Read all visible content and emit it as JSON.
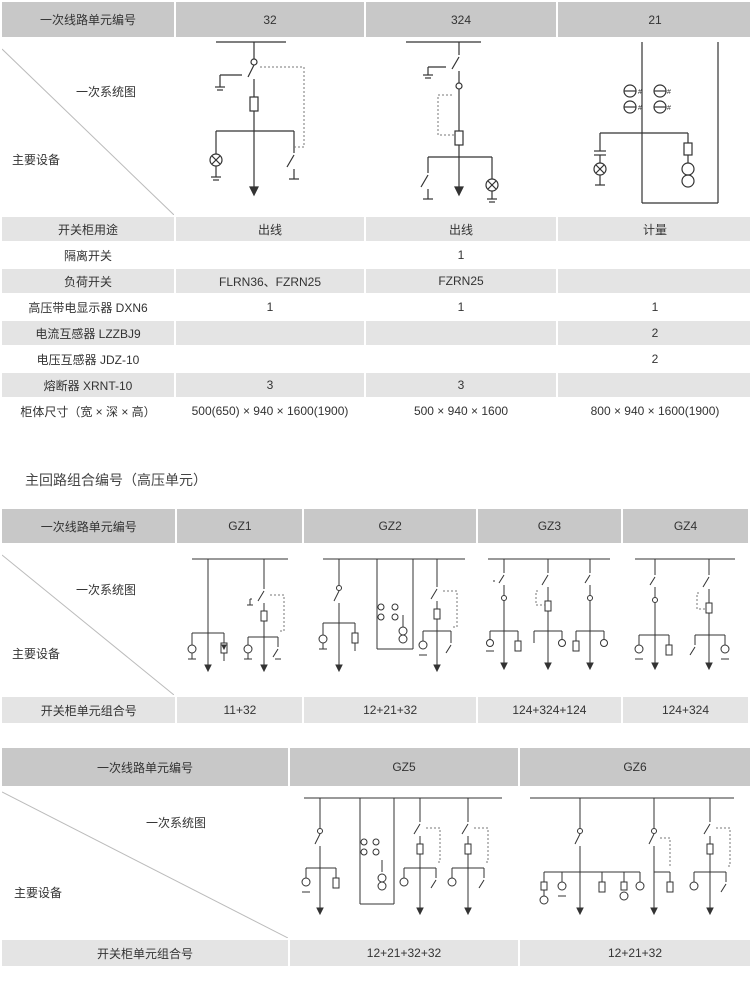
{
  "table1": {
    "header_label": "一次线路单元编号",
    "units": [
      "32",
      "324",
      "21"
    ],
    "diagram_label": "一次系统图",
    "equipment_label": "主要设备",
    "rows": [
      {
        "label": "开关柜用途",
        "values": [
          "出线",
          "出线",
          "计量"
        ]
      },
      {
        "label": "隔离开关",
        "values": [
          "",
          "1",
          ""
        ]
      },
      {
        "label": "负荷开关",
        "values": [
          "FLRN36、FZRN25",
          "FZRN25",
          ""
        ]
      },
      {
        "label": "高压带电显示器 DXN6",
        "values": [
          "1",
          "1",
          "1"
        ]
      },
      {
        "label": "电流互感器 LZZBJ9",
        "values": [
          "",
          "",
          "2"
        ]
      },
      {
        "label": "电压互感器 JDZ-10",
        "values": [
          "",
          "",
          "2"
        ]
      },
      {
        "label": "熔断器 XRNT-10",
        "values": [
          "3",
          "3",
          ""
        ]
      },
      {
        "label": "柜体尺寸（宽 × 深 × 高）",
        "values": [
          "500(650) × 940 × 1600(1900)",
          "500 × 940 × 1600",
          "800 × 940 × 1600(1900)"
        ]
      }
    ]
  },
  "section2_title": "主回路组合编号（高压单元）",
  "table2": {
    "header_label": "一次线路单元编号",
    "units": [
      "GZ1",
      "GZ2",
      "GZ3",
      "GZ4"
    ],
    "diagram_label": "一次系统图",
    "equipment_label": "主要设备",
    "combo_label": "开关柜单元组合号",
    "combos": [
      "11+32",
      "12+21+32",
      "124+324+124",
      "124+324"
    ]
  },
  "table3": {
    "header_label": "一次线路单元编号",
    "units": [
      "GZ5",
      "GZ6"
    ],
    "diagram_label": "一次系统图",
    "equipment_label": "主要设备",
    "combo_label": "开关柜单元组合号",
    "combos": [
      "12+21+32+32",
      "12+21+32"
    ]
  },
  "colors": {
    "header_bg": "#c8c8c8",
    "row_bg_alt": "#e4e4e4",
    "line": "#333333",
    "dashed": "#777777"
  }
}
